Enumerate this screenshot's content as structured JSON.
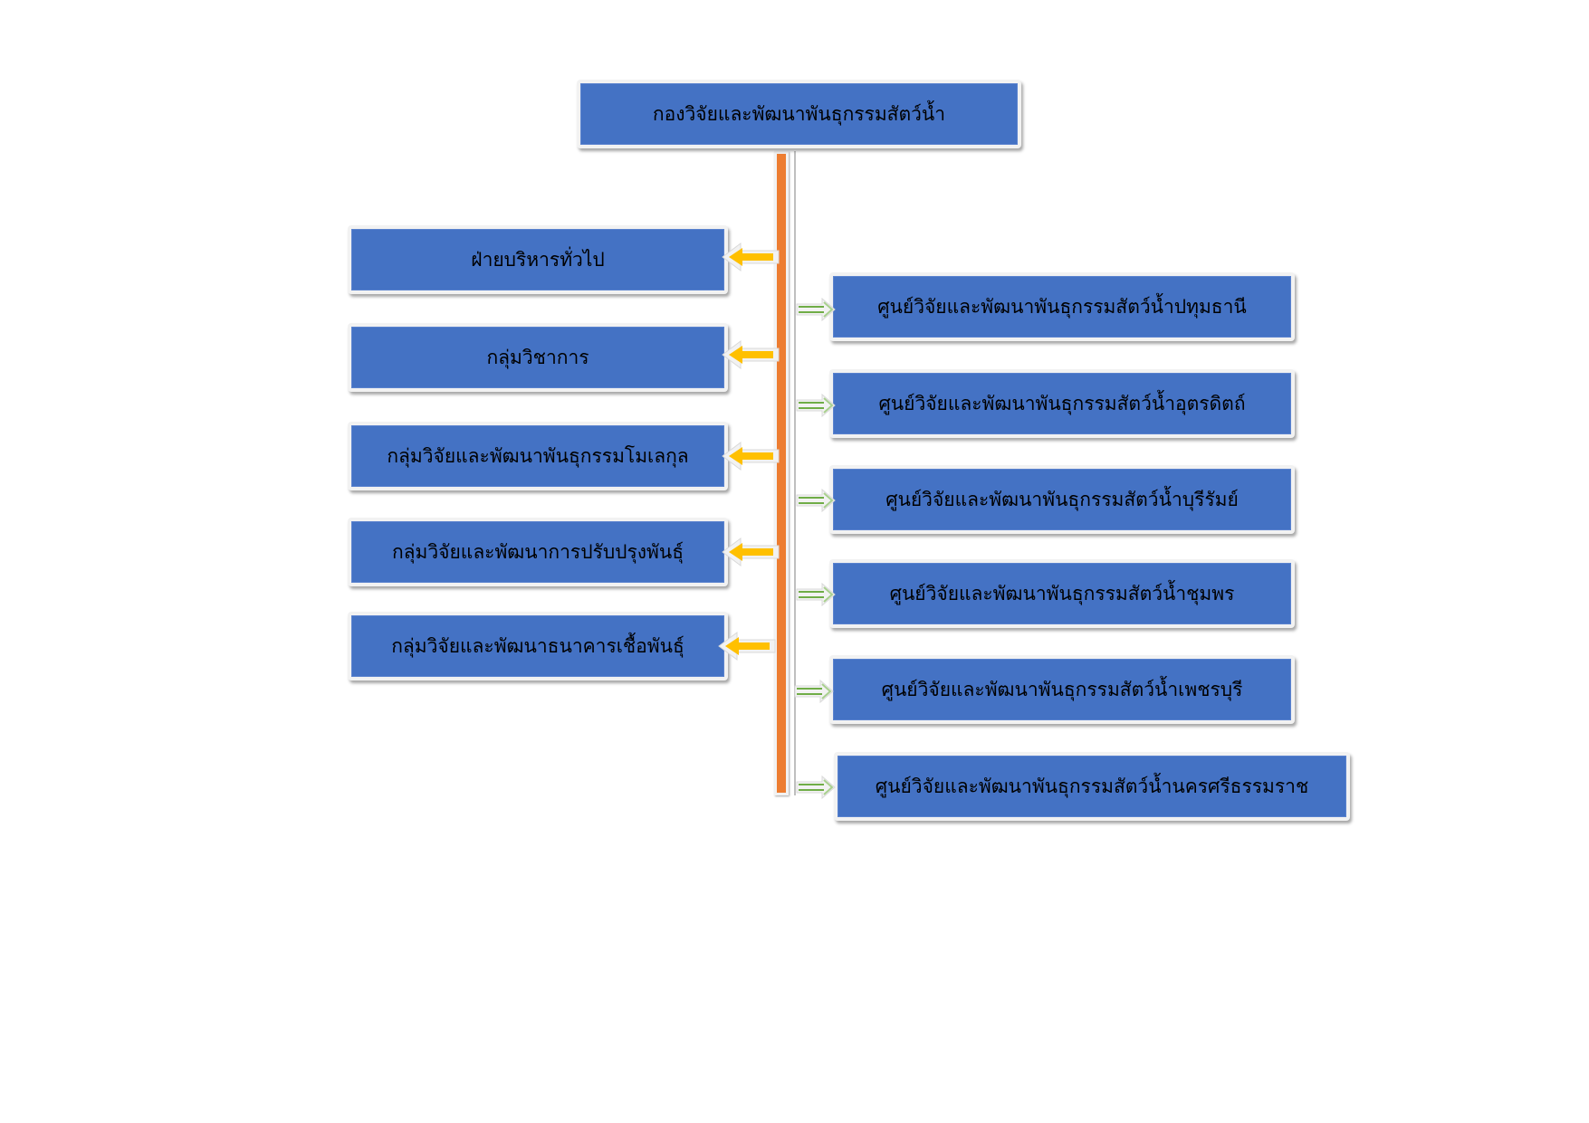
{
  "root": {
    "label": "กองวิจัยและพัฒนาพันธุกรรมสัตว์น้ำ"
  },
  "left_units": [
    {
      "label": "ฝ่ายบริหารทั่วไป"
    },
    {
      "label": "กลุ่มวิชาการ"
    },
    {
      "label": "กลุ่มวิจัยและพัฒนาพันธุกรรมโมเลกุล"
    },
    {
      "label": "กลุ่มวิจัยและพัฒนาการปรับปรุงพันธุ์"
    },
    {
      "label": "กลุ่มวิจัยและพัฒนาธนาคารเชื้อพันธุ์"
    }
  ],
  "right_units": [
    {
      "label": "ศูนย์วิจัยและพัฒนาพันธุกรรมสัตว์น้ำปทุมธานี"
    },
    {
      "label": "ศูนย์วิจัยและพัฒนาพันธุกรรมสัตว์น้ำอุตรดิตถ์"
    },
    {
      "label": "ศูนย์วิจัยและพัฒนาพันธุกรรมสัตว์น้ำบุรีรัมย์"
    },
    {
      "label": "ศูนย์วิจัยและพัฒนาพันธุกรรมสัตว์น้ำชุมพร"
    },
    {
      "label": "ศูนย์วิจัยและพัฒนาพันธุกรรมสัตว์น้ำเพชรบุรี"
    },
    {
      "label": "ศูนย์วิจัยและพัฒนาพันธุกรรมสัตว์น้ำนครศรีธรรมราช"
    }
  ],
  "colors": {
    "box_fill": "#4472c4",
    "spine": "#ed7d31",
    "left_arrow": "#ffc000",
    "right_arrow": "#70ad47"
  }
}
